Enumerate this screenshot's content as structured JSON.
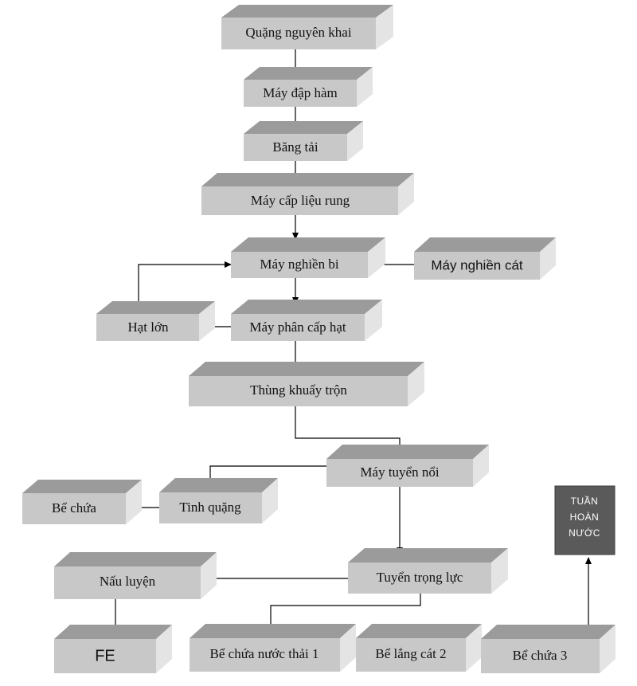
{
  "nodes": {
    "quang_nguyen_khai": "Quặng nguyên khai",
    "may_dap_ham": "Máy đập hàm",
    "bang_tai": "Băng tải",
    "may_cap_lieu_rung": "Máy cấp liệu rung",
    "may_nghien_bi": "Máy nghiền bi",
    "may_nghien_cat": "Máy nghiền cát",
    "hat_lon": "Hạt lớn",
    "may_phan_cap_hat": "Máy phân cấp hạt",
    "thung_khuay_tron": "Thùng khuấy trộn",
    "may_tuyen_noi": "Máy tuyển nổi",
    "be_chua": "Bể chứa",
    "tinh_quang": "Tinh quặng",
    "nau_luyen": "Nấu luyện",
    "tuyen_trong_luc": "Tuyển trọng lực",
    "fe": "FE",
    "be_chua_nuoc_thai_1": "Bể chứa nước thải 1",
    "be_lang_cat_2": "Bể lắng cát 2",
    "be_chua_3": "Bể chứa 3",
    "tuan_hoan_nuoc_line1": "TUẦN",
    "tuan_hoan_nuoc_line2": "HOÀN",
    "tuan_hoan_nuoc_line3": "NƯỚC"
  },
  "colors": {
    "box_face": "#c8c8c8",
    "box_top": "#9b9b9b",
    "box_side": "#e4e4e4",
    "dark_box": "#5a5a5a"
  }
}
